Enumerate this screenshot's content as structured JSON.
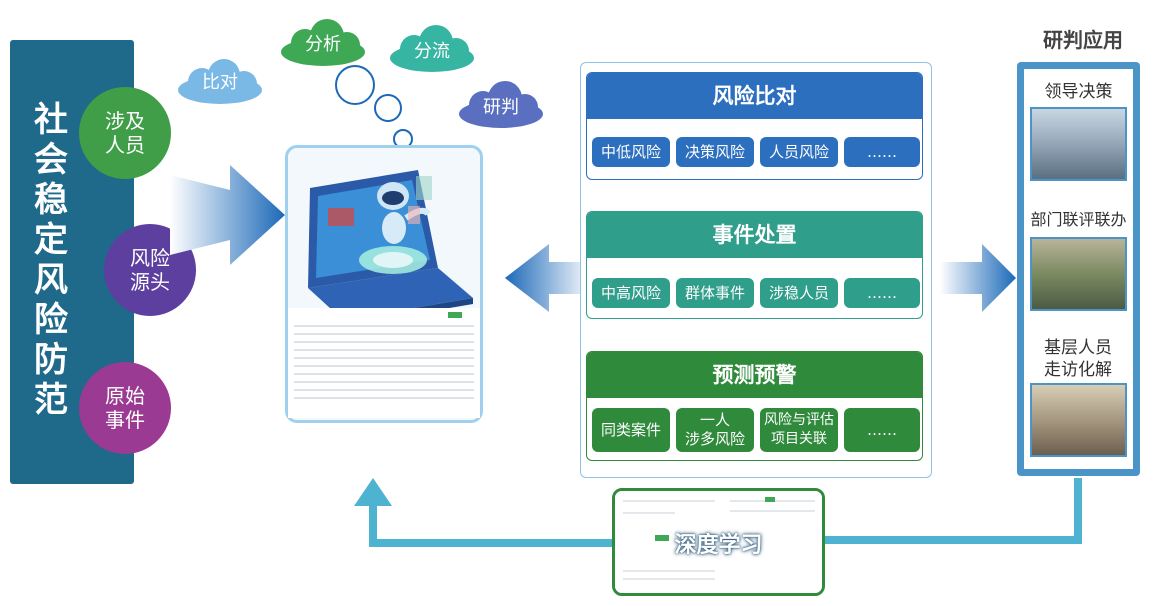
{
  "left_banner": {
    "title": "社会稳定风险防范",
    "circles": [
      {
        "label": "涉及人员",
        "color": "#3f9e47"
      },
      {
        "label": "风险源头",
        "color": "#5d3fa0"
      },
      {
        "label": "原始事件",
        "color": "#9a3a93"
      }
    ]
  },
  "clouds": [
    {
      "label": "比对",
      "color": "#7ab9e6"
    },
    {
      "label": "分析",
      "color": "#3ea855"
    },
    {
      "label": "分流",
      "color": "#36b5a2"
    },
    {
      "label": "研判",
      "color": "#5a6fc0"
    }
  ],
  "panel": {
    "sections": [
      {
        "title": "风险比对",
        "color": "#2d6fbf",
        "tags": [
          "中低风险",
          "决策风险",
          "人员风险",
          "……"
        ]
      },
      {
        "title": "事件处置",
        "color": "#2f9e8a",
        "tags": [
          "中高风险",
          "群体事件",
          "涉稳人员",
          "……"
        ]
      },
      {
        "title": "预测预警",
        "color": "#2f8a3b",
        "tags": [
          "同类案件",
          "一人\n涉多风险",
          "风险与评估\n项目关联",
          "……"
        ]
      }
    ]
  },
  "application": {
    "title": "研判应用",
    "color": "#4a94c8",
    "items": [
      {
        "label": "领导决策",
        "icon": "meeting-photo"
      },
      {
        "label": "部门联评联办",
        "icon": "conference-photo"
      },
      {
        "label": "基层人员走访化解",
        "icon": "visit-photo"
      }
    ]
  },
  "deep_learning": {
    "label": "深度学习",
    "color": "#2f8a3b"
  }
}
